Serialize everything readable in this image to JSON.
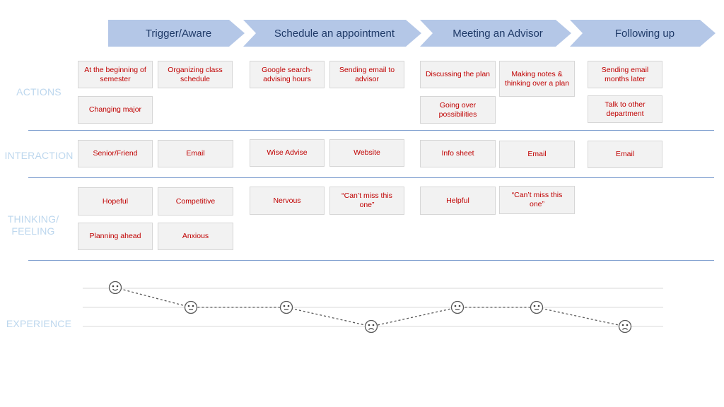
{
  "phases": [
    {
      "label": "Trigger/Aware"
    },
    {
      "label": "Schedule an appointment"
    },
    {
      "label": "Meeting an Advisor"
    },
    {
      "label": "Following up"
    }
  ],
  "rows": {
    "actions": "ACTIONS",
    "interaction": "INTERACTION",
    "thinking_feeling": "THINKING/\nFEELING",
    "experience": "EXPERIENCE"
  },
  "actions": [
    "At the beginning of semester",
    "Organizing class schedule",
    "Changing major",
    "Google search- advising hours",
    "Sending email to advisor",
    "Discussing the plan",
    "Making notes & thinking over a plan",
    "Going over possibilities",
    "Sending email months later",
    "Talk to other department"
  ],
  "interactions": [
    "Senior/Friend",
    "Email",
    "Wise Advise",
    "Website",
    "Info sheet",
    "Email",
    "Email"
  ],
  "feelings": [
    "Hopeful",
    "Competitive",
    "Planning ahead",
    "Anxious",
    "Nervous",
    "“Can’t miss this one”",
    "Helpful",
    "“Can’t miss this one”"
  ],
  "experience_points": [
    {
      "mood": "happy"
    },
    {
      "mood": "neutral"
    },
    {
      "mood": "neutral"
    },
    {
      "mood": "sad"
    },
    {
      "mood": "neutral"
    },
    {
      "mood": "neutral"
    },
    {
      "mood": "sad"
    }
  ],
  "colors": {
    "phase_fill": "#b4c7e7",
    "phase_text": "#1f3a68",
    "row_label": "#bdd7ee",
    "card_text": "#c00000",
    "card_fill": "#f2f2f2",
    "divider": "#7f9fcf"
  }
}
